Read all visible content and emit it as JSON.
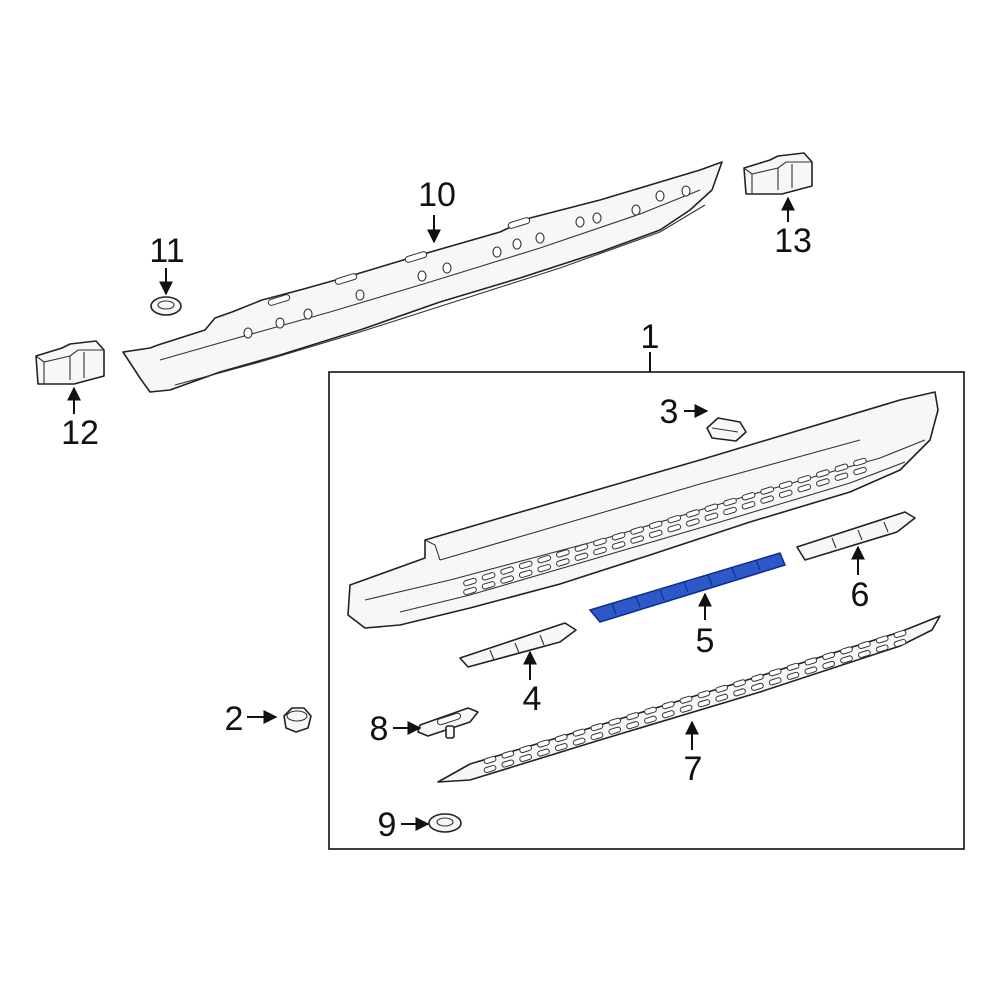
{
  "diagram": {
    "highlight_color": "#2d58c8",
    "callouts": [
      {
        "id": "1",
        "text": "1"
      },
      {
        "id": "2",
        "text": "2"
      },
      {
        "id": "3",
        "text": "3"
      },
      {
        "id": "4",
        "text": "4"
      },
      {
        "id": "5",
        "text": "5"
      },
      {
        "id": "6",
        "text": "6"
      },
      {
        "id": "7",
        "text": "7"
      },
      {
        "id": "8",
        "text": "8"
      },
      {
        "id": "9",
        "text": "9"
      },
      {
        "id": "10",
        "text": "10"
      },
      {
        "id": "11",
        "text": "11"
      },
      {
        "id": "12",
        "text": "12"
      },
      {
        "id": "13",
        "text": "13"
      }
    ],
    "highlighted_part": "5"
  }
}
